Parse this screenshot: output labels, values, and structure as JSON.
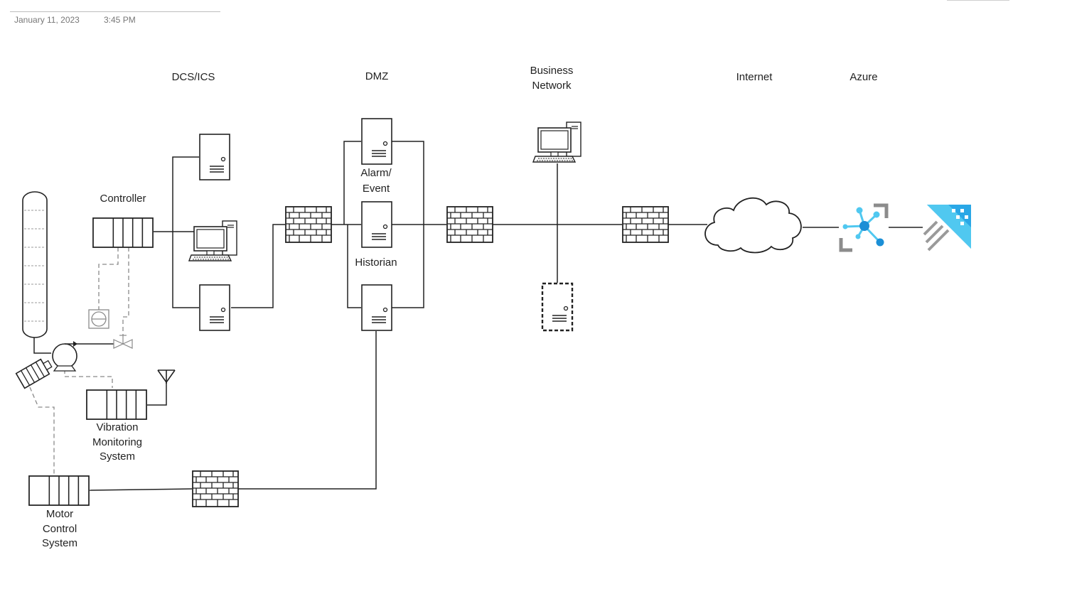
{
  "header": {
    "date": "January 11, 2023",
    "time": "3:45 PM"
  },
  "zones": {
    "dcs": "DCS/ICS",
    "dmz": "DMZ",
    "business": [
      "Business",
      "Network"
    ],
    "internet": "Internet",
    "azure": "Azure"
  },
  "labels": {
    "controller": "Controller",
    "alarm_event": [
      "Alarm/",
      "Event"
    ],
    "historian": "Historian",
    "vibration": [
      "Vibration",
      "Monitoring",
      "System"
    ],
    "motor": [
      "Motor",
      "Control",
      "System"
    ]
  },
  "colors": {
    "line": "#222222",
    "dashed": "#8a8a8a",
    "azure_light": "#50c8f0",
    "azure_dark": "#0a78d4"
  },
  "icons": [
    "server-icon",
    "workstation-icon",
    "firewall-icon",
    "cloud-icon",
    "iot-hub-icon",
    "stream-analytics-icon",
    "antenna-icon",
    "pump-icon",
    "motor-icon",
    "valve-icon",
    "transmitter-icon",
    "vessel-icon"
  ]
}
